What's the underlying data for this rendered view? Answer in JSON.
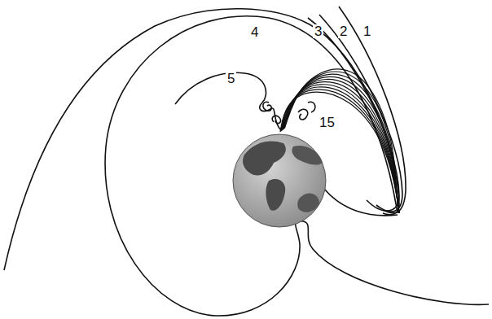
{
  "diagram": {
    "labels": [
      "4",
      "3",
      "2",
      "1",
      "5",
      "15"
    ]
  }
}
